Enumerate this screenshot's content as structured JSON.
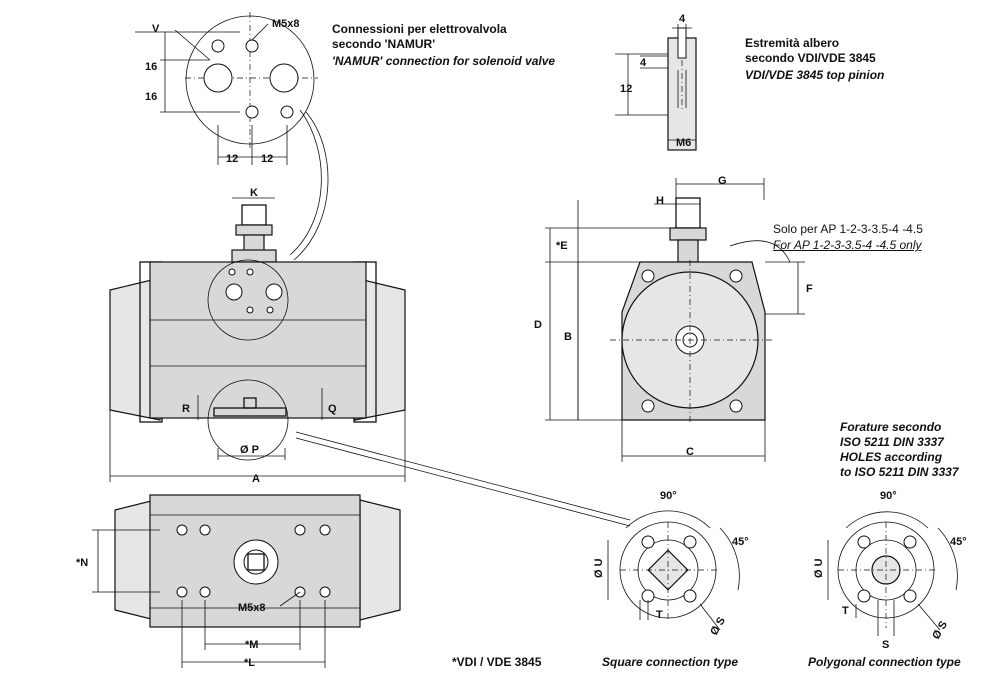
{
  "captions": {
    "namur_it_line1": "Connessioni per elettrovalvola",
    "namur_it_line2": "secondo 'NAMUR'",
    "namur_en": "'NAMUR' connection for solenoid valve",
    "pinion_it_line1": "Estremità albero",
    "pinion_it_line2": "secondo VDI/VDE 3845",
    "pinion_en": "VDI/VDE 3845 top pinion",
    "solo_it": "Solo per AP 1-2-3-3.5-4 -4.5",
    "solo_en": "For AP 1-2-3-3.5-4 -4.5 only",
    "holes_it_line1": "Forature secondo",
    "holes_it_line2": "ISO 5211 DIN 3337",
    "holes_en_line1": "HOLES according",
    "holes_en_line2": "to ISO 5211 DIN 3337",
    "vdi_note": "*VDI / VDE 3845",
    "square_type": "Square connection type",
    "polygonal_type": "Polygonal connection type"
  },
  "dimensions": {
    "V": "V",
    "M5x8_top": "M5x8",
    "d16_a": "16",
    "d16_b": "16",
    "d12_a": "12",
    "d12_b": "12",
    "K": "K",
    "A": "A",
    "R": "R",
    "Q": "Q",
    "P": "Ø P",
    "N": "*N",
    "M": "*M",
    "L": "*L",
    "M5x8_bottom": "M5x8",
    "pin_4_top": "4",
    "pin_4_side": "4",
    "pin_12": "12",
    "pin_M6": "M6",
    "G": "G",
    "H": "H",
    "E": "*E",
    "D": "D",
    "B": "B",
    "F": "F",
    "C": "C",
    "sq_90": "90°",
    "sq_45": "45°",
    "sq_U": "Ø U",
    "sq_T": "T",
    "sq_S": "Ø S",
    "pg_90": "90°",
    "pg_45": "45°",
    "pg_U": "Ø U",
    "pg_T": "T",
    "pg_S": "Ø S",
    "pg_Sb": "S"
  }
}
